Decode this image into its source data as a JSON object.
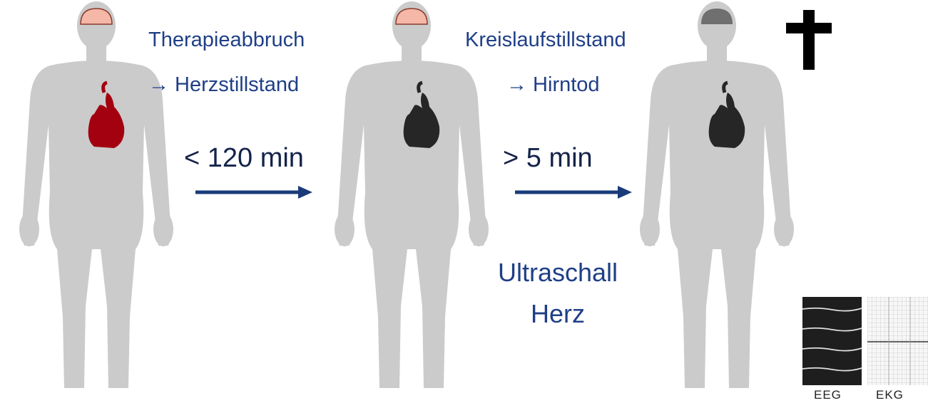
{
  "stage1": {
    "line1": "Therapieabbruch",
    "line2": "→ Herzstillstand",
    "duration": "< 120 min"
  },
  "stage2": {
    "line1": "Kreislaufstillstand",
    "line2": "→ Hirntod",
    "duration": "> 5 min"
  },
  "method": {
    "line1": "Ultraschall",
    "line2": "Herz"
  },
  "monitors": {
    "eeg_label": "EEG",
    "ekg_label": "EKG"
  },
  "colors": {
    "body": "#cbcbcb",
    "brain_alive": "#f4b7a8",
    "brain_dead": "#6f6f6f",
    "heart_beating": "#a30010",
    "heart_stopped": "#262626",
    "arrow": "#1a3b7a",
    "text": "#1f3f86"
  },
  "icons": {
    "death": "cross-icon"
  }
}
